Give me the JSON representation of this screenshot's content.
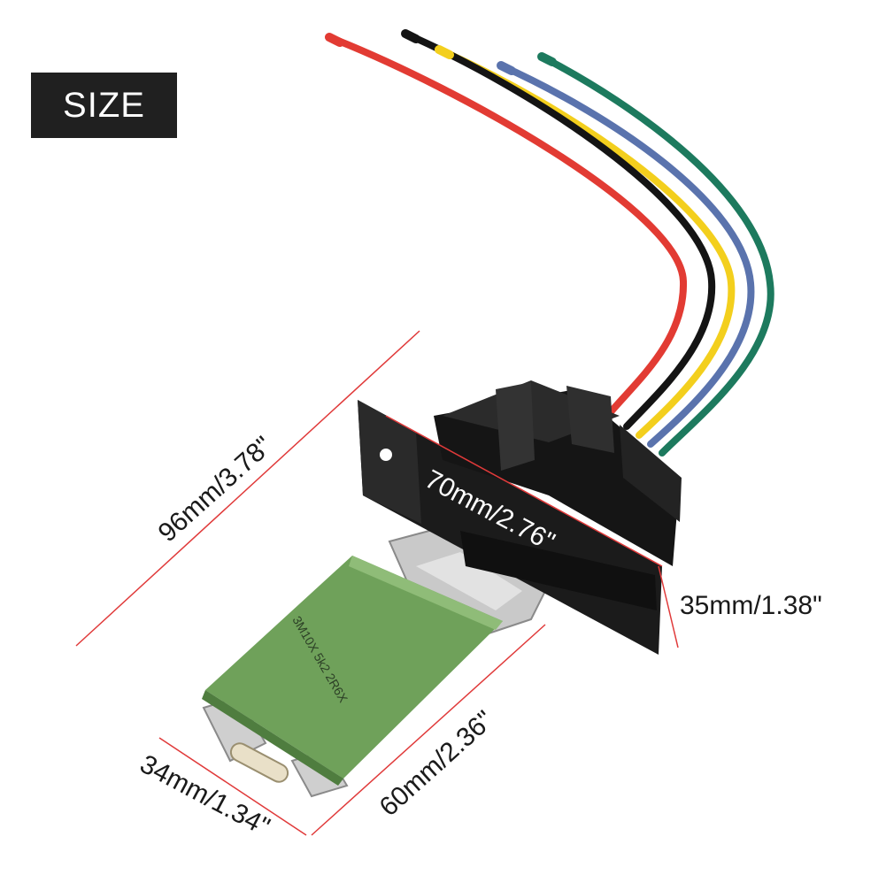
{
  "badge": {
    "label": "SIZE"
  },
  "dimensions": {
    "overall_length": "96mm/3.78\"",
    "connector_width": "70mm/2.76\"",
    "connector_height": "35mm/1.38\"",
    "board_length": "60mm/2.36\"",
    "board_width": "34mm/1.34\""
  },
  "board_print": {
    "text": "3M10X 5k2 2R6X"
  },
  "colors": {
    "dimension_line": "#e03a3a",
    "connector": "#1a1a1a",
    "board": "#6fa15a",
    "wire_red": "#e23b33",
    "wire_black": "#141414",
    "wire_yellow": "#f3cf1d",
    "wire_blue": "#5a73ad",
    "wire_green": "#1d7a5e"
  }
}
